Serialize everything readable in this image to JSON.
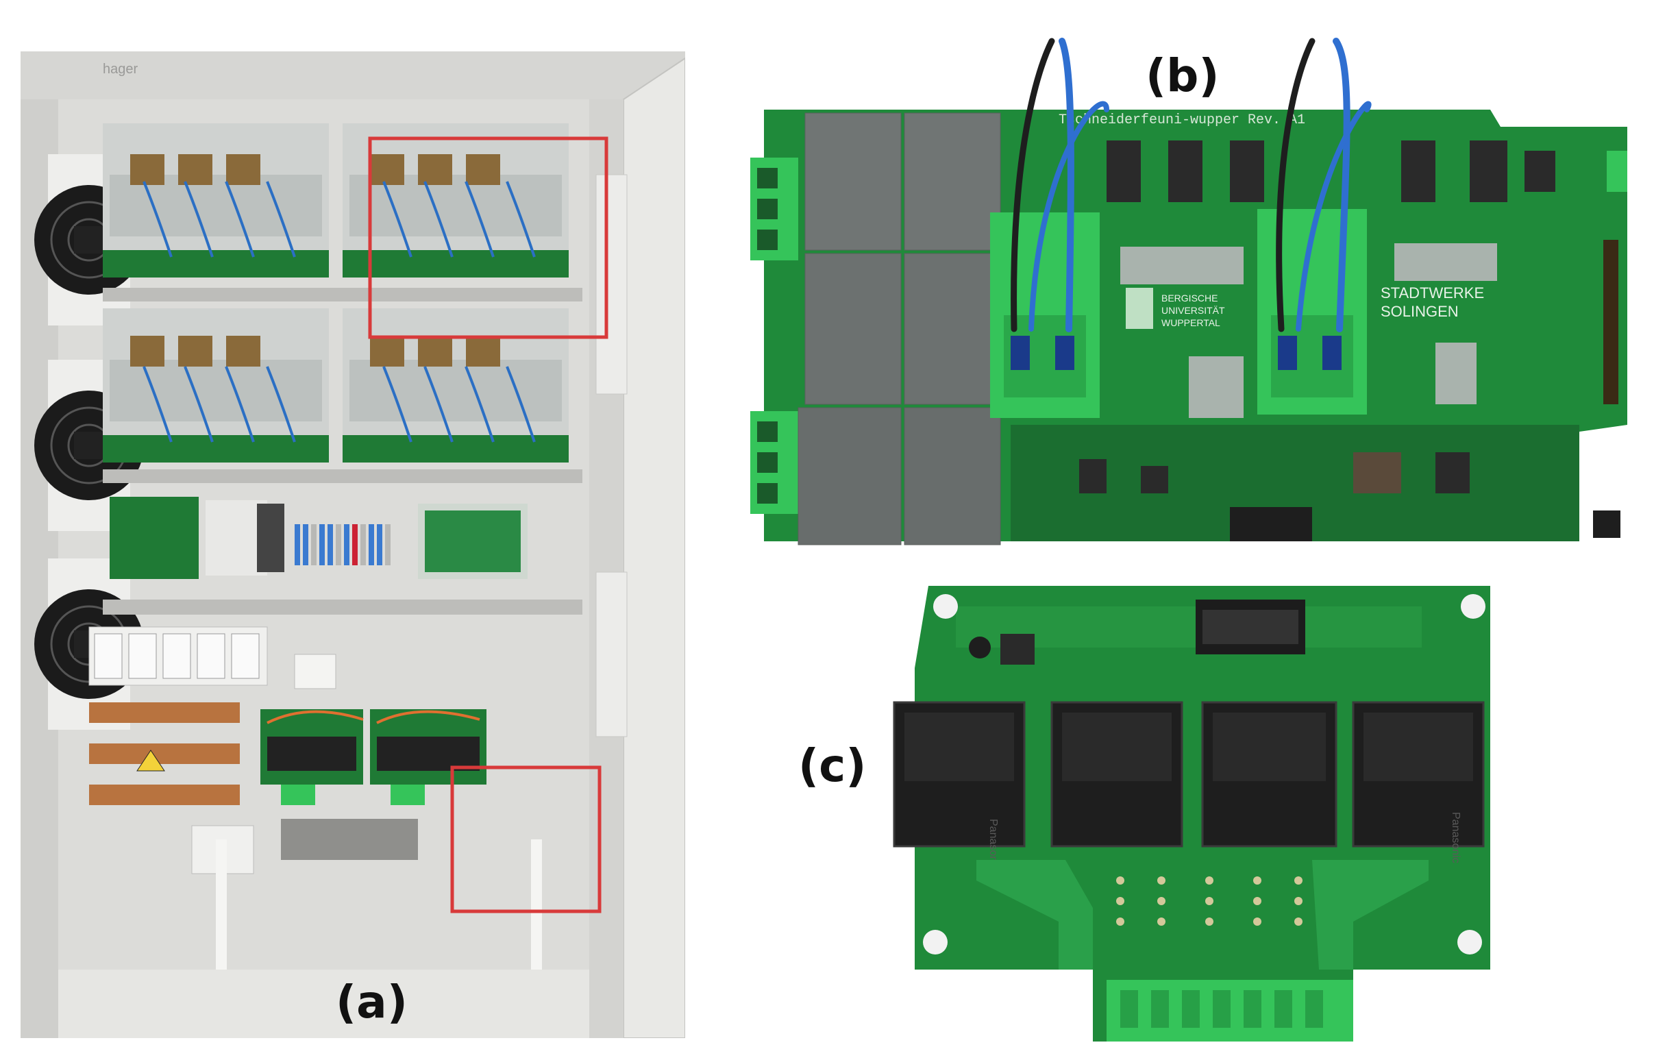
{
  "labels": {
    "a": "(a)",
    "b": "(b)",
    "c": "(c)"
  },
  "cabinet": {
    "brand": "hager"
  },
  "board_b": {
    "logo_left_line1": "BERGISCHE",
    "logo_left_line2": "UNIVERSITÄT",
    "logo_left_line3": "WUPPERTAL",
    "logo_right_line1": "STADTWERKE",
    "logo_right_line2": "SOLINGEN",
    "silkscreen": "Tschneiderfeuni-wupper Rev. A1"
  },
  "board_c": {
    "relay_brand": "Panasonic"
  },
  "colors": {
    "pcb_green": "#1f8a3a",
    "highlight_red": "#d83a3a",
    "cabinet_gray": "#d9d9d6",
    "connector_green": "#35c45a",
    "ferrite_gray": "#707574",
    "relay_black": "#1e1e1e"
  }
}
